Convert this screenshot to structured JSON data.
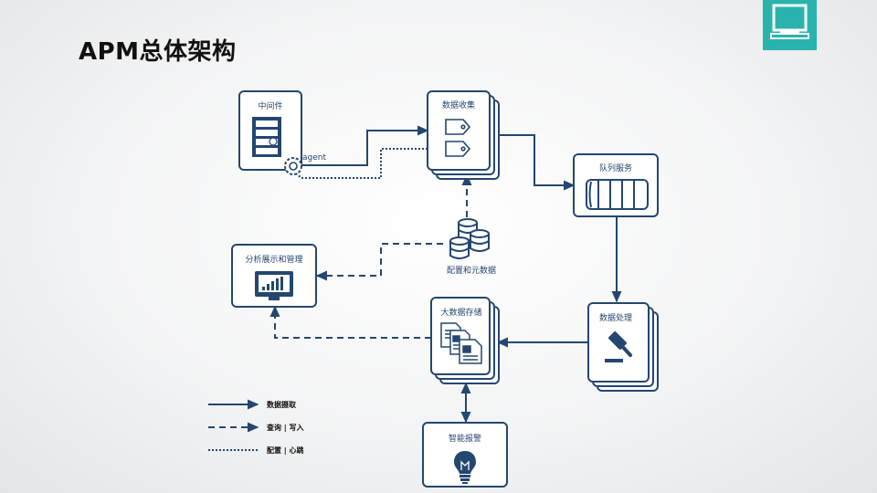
{
  "page": {
    "title": "APM总体架构",
    "accent_color": "#2ab3ad",
    "line_color": "#24476f",
    "corner_icon": "monitor-icon"
  },
  "nodes": {
    "middleware": {
      "label": "中间件",
      "icon": "server-rack-icon"
    },
    "agent": {
      "label": "agent",
      "icon": "gear-icon"
    },
    "collect": {
      "label": "数据收集",
      "icon": "tag-icon"
    },
    "queue": {
      "label": "队列服务",
      "icon": "queue-icon"
    },
    "config": {
      "label": "配置和元数据",
      "icon": "database-icon"
    },
    "analysis": {
      "label": "分析展示和管理",
      "icon": "monitor-chart-icon"
    },
    "storage": {
      "label": "大数据存储",
      "icon": "documents-icon"
    },
    "process": {
      "label": "数据处理",
      "icon": "gavel-icon"
    },
    "alert": {
      "label": "智能报警",
      "icon": "lightbulb-icon"
    }
  },
  "legend": [
    {
      "style": "solid",
      "label": "数据摄取"
    },
    {
      "style": "dashed",
      "label": "查询 | 写入"
    },
    {
      "style": "dotted",
      "label": "配置 | 心跳"
    }
  ]
}
